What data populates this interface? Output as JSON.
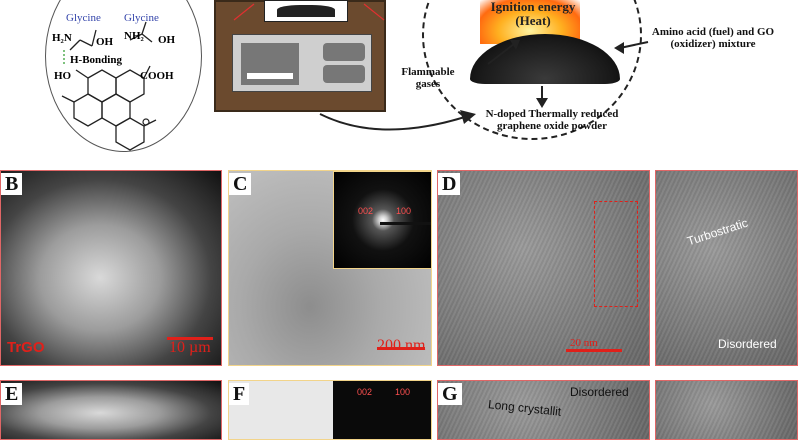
{
  "top": {
    "molecule": {
      "glycine_1": "Glycine",
      "glycine_2": "Glycine",
      "nh2_1": "H₂N",
      "nh2_2": "NH₂",
      "oh_1": "OH",
      "oh_2": "OH",
      "oh_3": "HO",
      "cooh": "COOH",
      "hbond": "H-Bonding"
    },
    "reaction": {
      "ignition": "Ignition energy (Heat)",
      "fuel": "Amino acid (fuel) and GO (oxidizer) mixture",
      "gases": "Flammable gases",
      "product": "N-doped Thermally reduced graphene oxide powder"
    }
  },
  "panels": {
    "B": {
      "label": "B",
      "tag": "TrGO",
      "scale": "10 µm"
    },
    "C": {
      "label": "C",
      "saed_1": "002",
      "saed_2": "100",
      "scale": "200 nm"
    },
    "D": {
      "label": "D",
      "scale": "20 nm",
      "inset_1": "Turbostratic",
      "inset_2": "Disordered"
    },
    "E": {
      "label": "E"
    },
    "F": {
      "label": "F",
      "saed_1": "002",
      "saed_2": "100"
    },
    "G": {
      "label": "G",
      "text_1": "Disordered",
      "text_2": "Long crystallit"
    }
  },
  "colors": {
    "border_red": "#e06666",
    "border_yellow": "#f2d48a",
    "scale_red": "#e0201a",
    "flame": "#ff9a1a"
  }
}
